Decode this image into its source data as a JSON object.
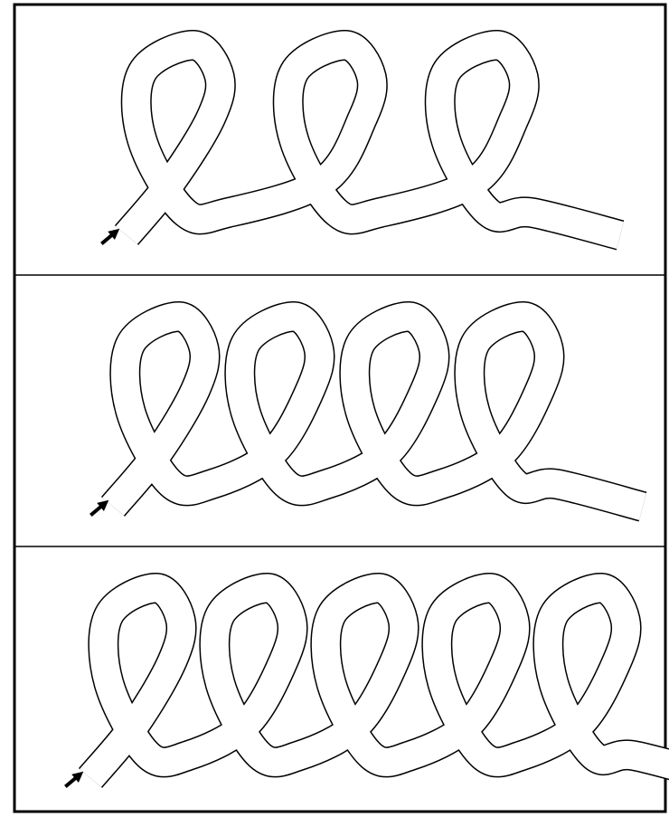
{
  "figure": {
    "panels": [
      {
        "loops": 3,
        "arrow": true
      },
      {
        "loops": 4,
        "arrow": true
      },
      {
        "loops": 5,
        "arrow": true
      }
    ]
  },
  "colors": {
    "stroke": "#000000",
    "rope_fill": "#ffffff",
    "background": "#ffffff"
  }
}
